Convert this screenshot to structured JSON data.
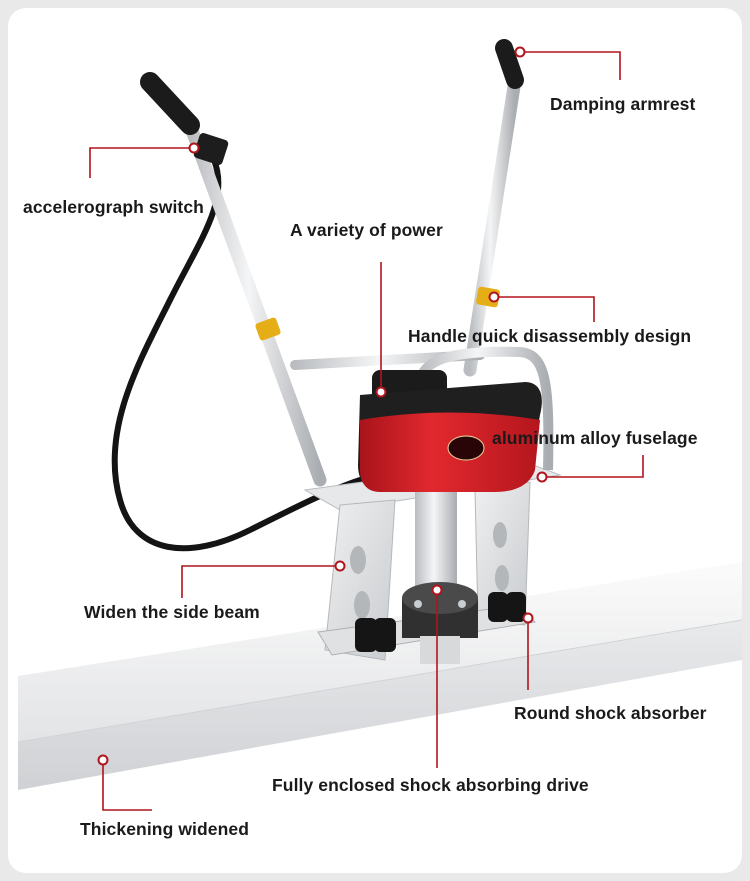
{
  "callouts": {
    "damping_armrest": "Damping armrest",
    "accelerograph_switch": "accelerograph switch",
    "variety_of_power": "A variety of power",
    "handle_quick_disassembly": "Handle quick disassembly design",
    "aluminum_alloy_fuselage": "aluminum alloy fuselage",
    "widen_side_beam": "Widen the side beam",
    "round_shock_absorber": "Round shock absorber",
    "fully_enclosed_drive": "Fully enclosed shock absorbing drive",
    "thickening_widened": "Thickening widened"
  },
  "colors": {
    "leader_line": "#b0141c",
    "engine_red": "#d8262c",
    "engine_black": "#1c1c1c",
    "frame_silver": "#d9dcdf",
    "collar_yellow": "#e8b21a"
  },
  "icons": [
    "leader-dot-icon"
  ]
}
